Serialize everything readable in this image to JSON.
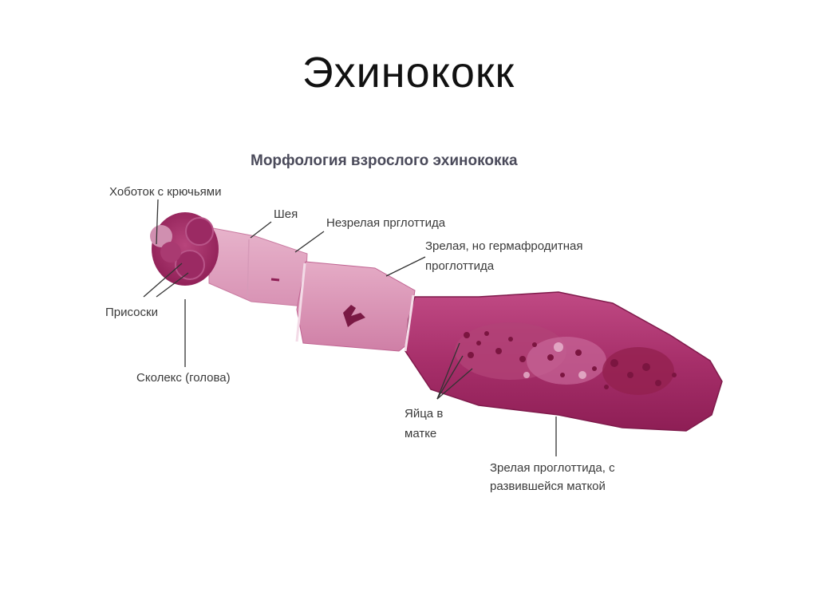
{
  "slide": {
    "title": "Эхинококк"
  },
  "figure": {
    "title": "Морфология взрослого эхинококка",
    "labels": {
      "proboscis": "Хоботок с крючьями",
      "neck": "Шея",
      "immature": "Незрелая прглоттида",
      "mature_line1": "Зрелая, но гермафродитная",
      "mature_line2": "проглоттида",
      "suckers": "Присоски",
      "scolex": "Сколекс (голова)",
      "eggs_line1": "Яйца в",
      "eggs_line2": "матке",
      "gravid_line1": "Зрелая проглоттида, с",
      "gravid_line2": "развившейся маткой"
    },
    "colors": {
      "stain_light": "#e3a7c3",
      "stain_mid": "#c9578f",
      "stain_dark": "#8e1e55",
      "leader_line": "#333333"
    }
  }
}
